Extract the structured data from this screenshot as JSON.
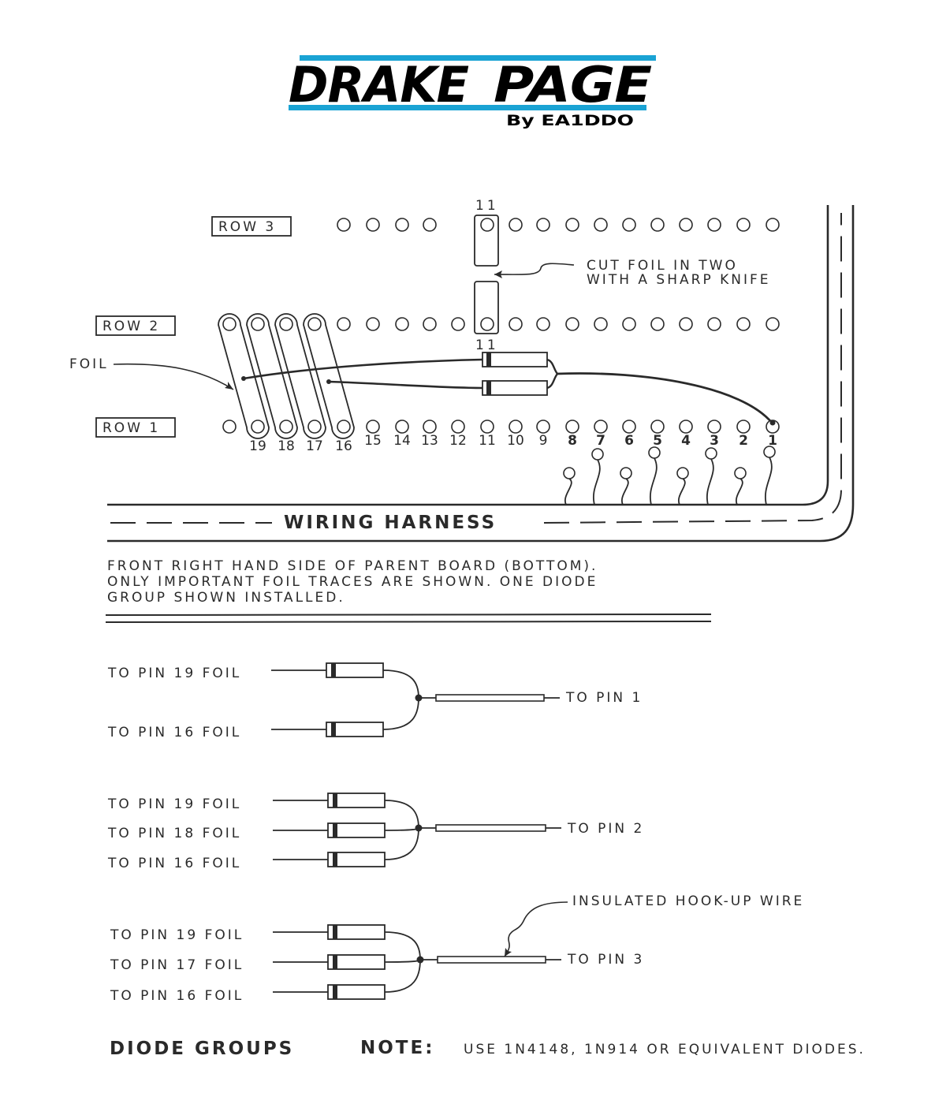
{
  "logo": {
    "title_left": "DRAKE",
    "title_right": "PAGE",
    "byline": "By EA1DDO",
    "accent_color": "#1aa3d4"
  },
  "board": {
    "row3_label": "ROW 3",
    "row2_label": "ROW 2",
    "row1_label": "ROW 1",
    "row3_pin_label": "11",
    "row2_pin_label": "11",
    "foil_label": "FOIL",
    "cut_note_line1": "CUT FOIL IN TWO",
    "cut_note_line2": "WITH A SHARP KNIFE",
    "pin_numbers": [
      "19",
      "18",
      "17",
      "16",
      "15",
      "14",
      "13",
      "12",
      "11",
      "10",
      "9",
      "8",
      "7",
      "6",
      "5",
      "4",
      "3",
      "2",
      "1"
    ],
    "harness_label": "WIRING HARNESS",
    "caption_line1": "FRONT RIGHT HAND SIDE OF PARENT BOARD (BOTTOM).",
    "caption_line2": "ONLY IMPORTANT FOIL TRACES ARE SHOWN. ONE DIODE",
    "caption_line3": "GROUP SHOWN INSTALLED."
  },
  "diode_groups": {
    "group1": {
      "inputs": [
        "TO PIN 19 FOIL",
        "TO PIN 16 FOIL"
      ],
      "output": "TO PIN 1"
    },
    "group2": {
      "inputs": [
        "TO PIN 19 FOIL",
        "TO PIN 18 FOIL",
        "TO PIN 16 FOIL"
      ],
      "output": "TO PIN 2"
    },
    "group3": {
      "inputs": [
        "TO PIN 19 FOIL",
        "TO PIN 17 FOIL",
        "TO PIN 16 FOIL"
      ],
      "output": "TO PIN 3",
      "wire_note": "INSULATED HOOK-UP WIRE"
    },
    "title": "DIODE GROUPS",
    "note_label": "NOTE:",
    "note_text": "USE 1N4148, 1N914 OR EQUIVALENT DIODES."
  }
}
